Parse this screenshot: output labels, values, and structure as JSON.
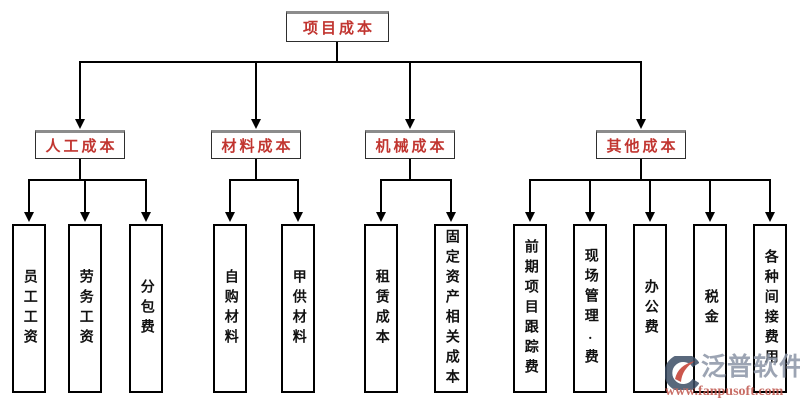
{
  "palette": {
    "node_text_red": "#c13530",
    "line_black": "#000000",
    "box_top_gray": "#8c8c8c",
    "leaf_text_black": "#111111",
    "watermark_gray_blue": "#8b95a6",
    "watermark_red": "#bf544b",
    "logo_navy": "#3d4e66",
    "logo_red": "#c23a2e"
  },
  "root": {
    "label": "项目成本"
  },
  "branches": [
    {
      "label": "人工成本",
      "children": [
        "员工工资",
        "劳务工资",
        "分包费"
      ]
    },
    {
      "label": "材料成本",
      "children": [
        "自购材料",
        "甲供材料"
      ]
    },
    {
      "label": "机械成本",
      "children": [
        "租赁成本",
        "固定资产相关成本"
      ]
    },
    {
      "label": "其他成本",
      "children": [
        "前期项目跟踪费",
        "现场管理.费",
        "办公费",
        "税金",
        "各种间接费用"
      ]
    }
  ],
  "watermark": {
    "name": "泛普软件",
    "url": "www.fanpusoft.com"
  }
}
